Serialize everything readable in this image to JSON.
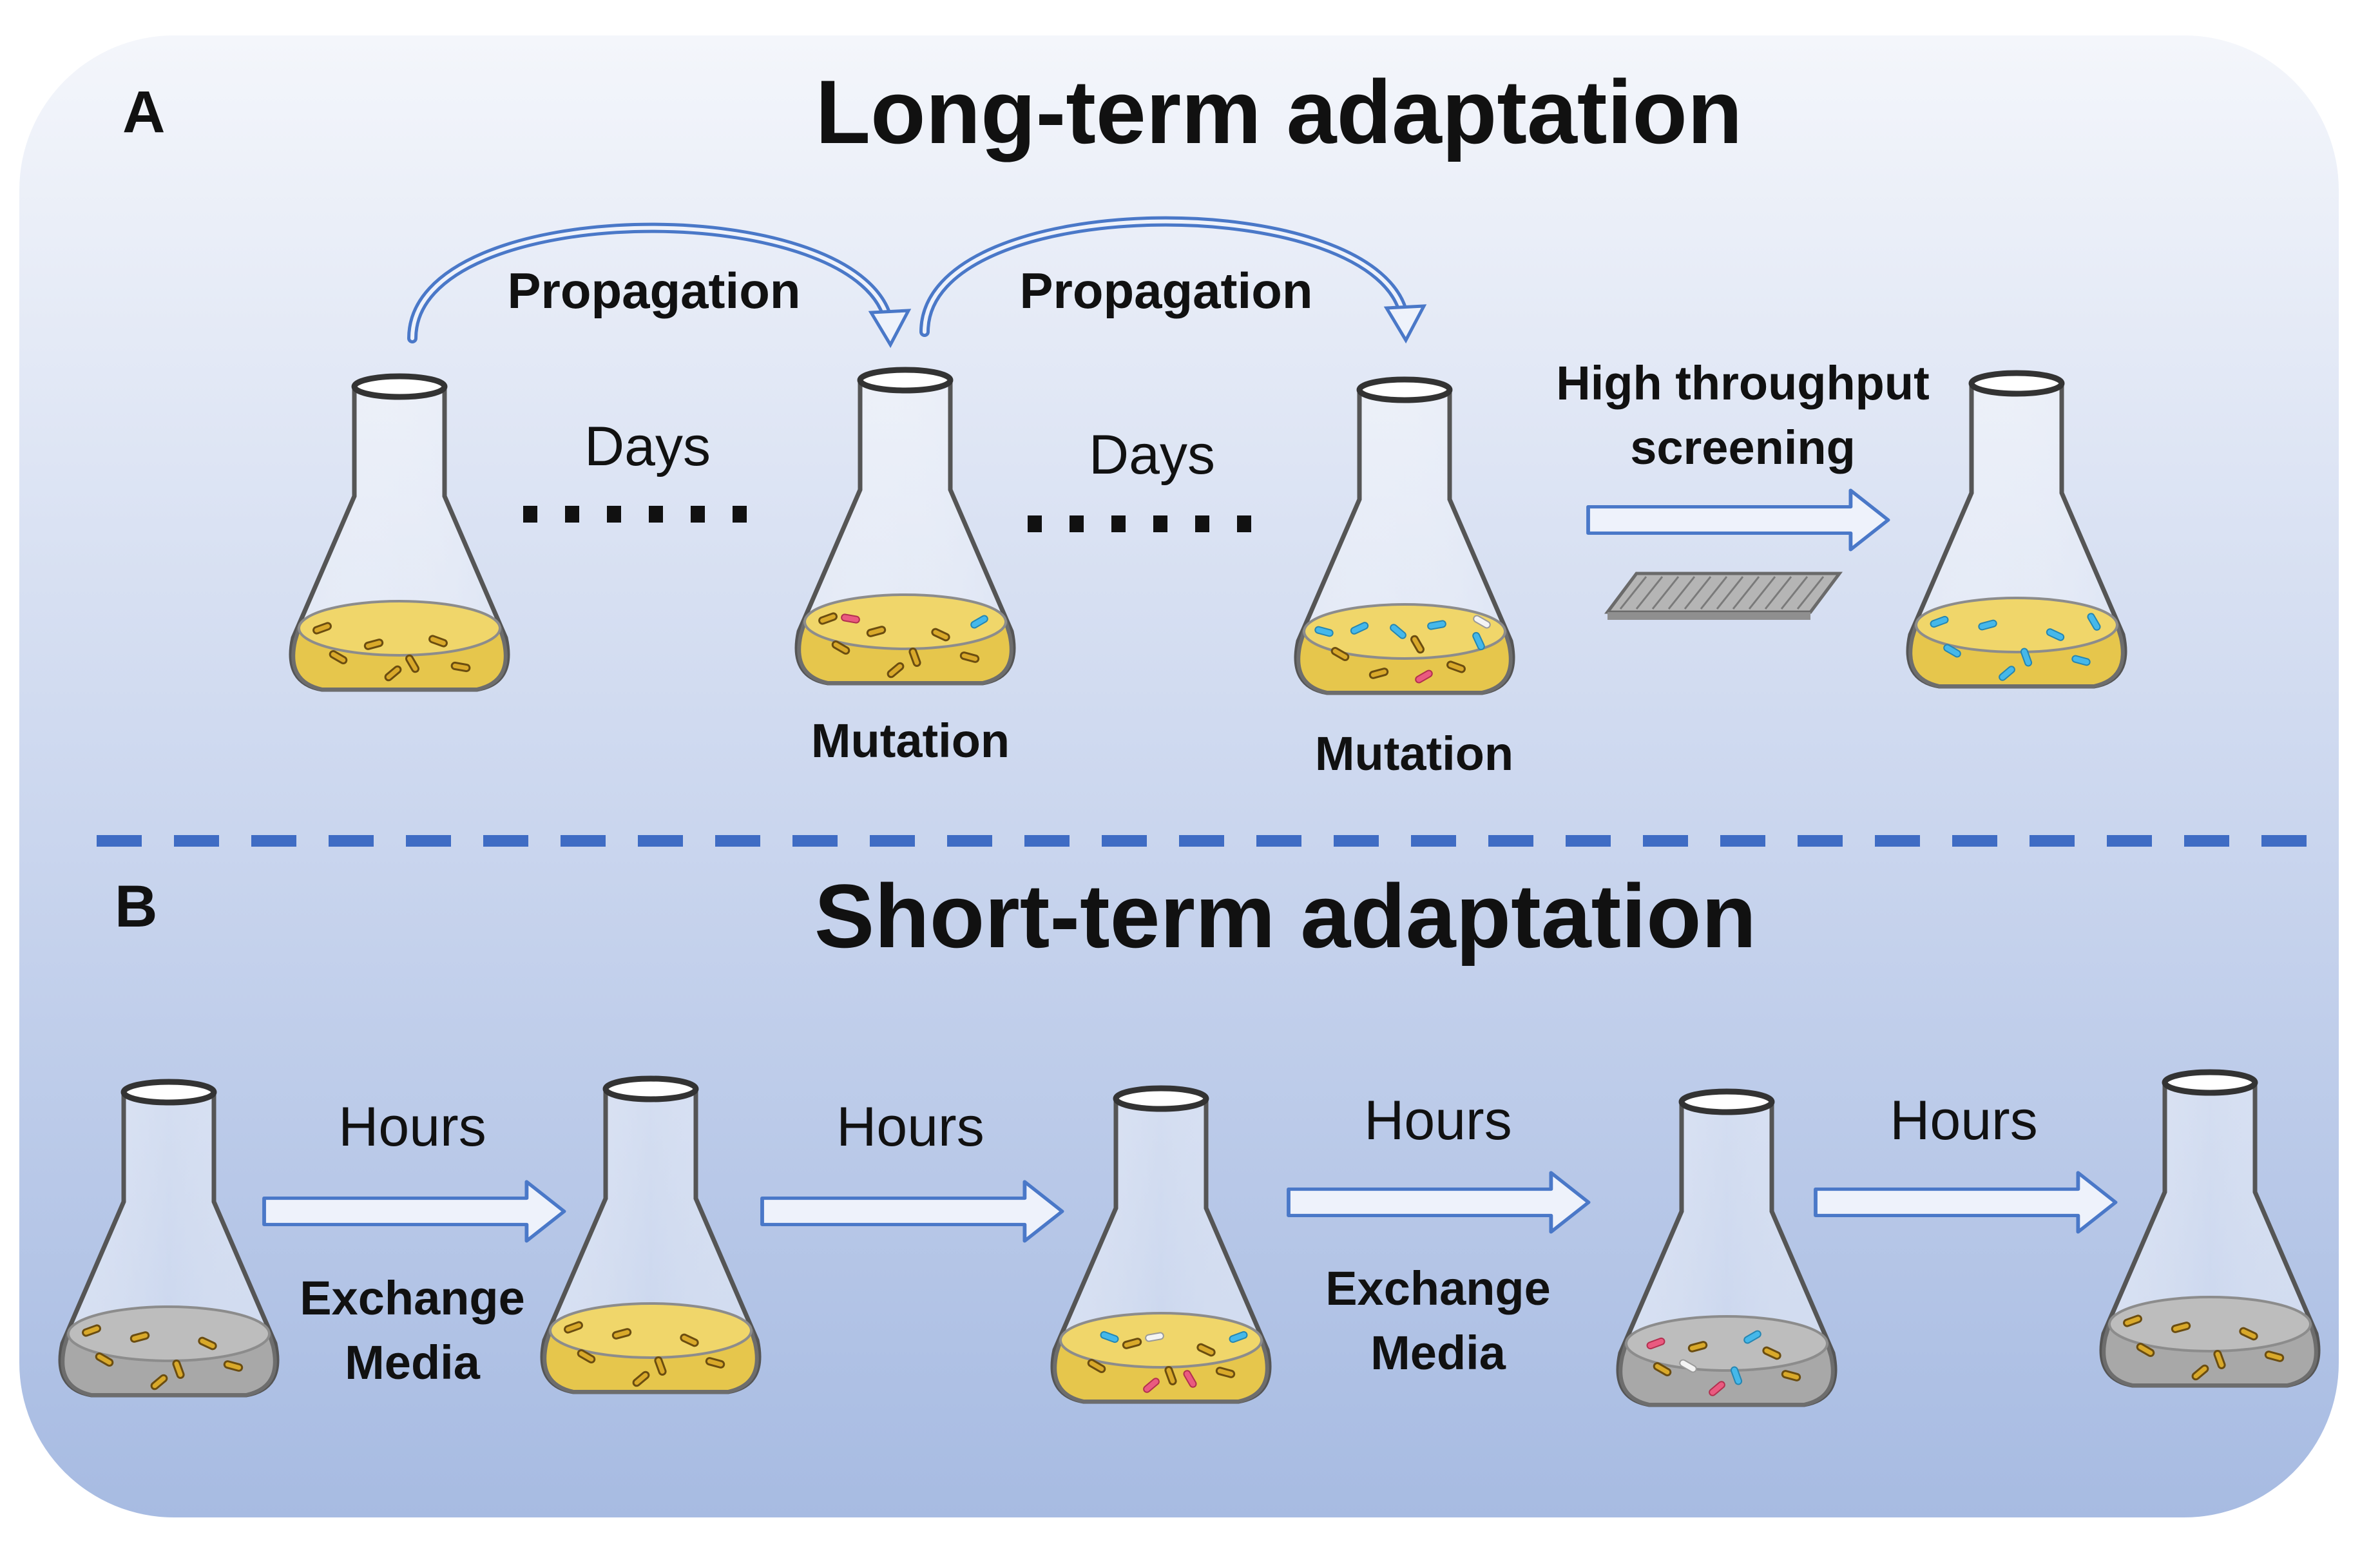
{
  "panel_a": {
    "letter": "A",
    "title": "Long-term adaptation",
    "propagation_1": "Propagation",
    "propagation_2": "Propagation",
    "days_1": "Days",
    "days_2": "Days",
    "mutation_1": "Mutation",
    "mutation_2": "Mutation",
    "screening_line1": "High throughput",
    "screening_line2": "screening"
  },
  "panel_b": {
    "letter": "B",
    "title": "Short-term adaptation",
    "hours_1": "Hours",
    "hours_2": "Hours",
    "hours_3": "Hours",
    "hours_4": "Hours",
    "exchange_1_line1": "Exchange",
    "exchange_1_line2": "Media",
    "exchange_2_line1": "Exchange",
    "exchange_2_line2": "Media"
  },
  "colors": {
    "background_top": "#f3f5fb",
    "background_bottom": "#a9bde3",
    "medium_yellow": "#e8c84e",
    "medium_gray": "#a9a9a9",
    "flask_outline": "#555555",
    "arrow_blue": "#4a78c8",
    "divider_blue": "#3f6cc4",
    "cell_brown": "#8a6a1c",
    "cell_cyan": "#3fb6e8",
    "cell_pink": "#e8527a"
  }
}
